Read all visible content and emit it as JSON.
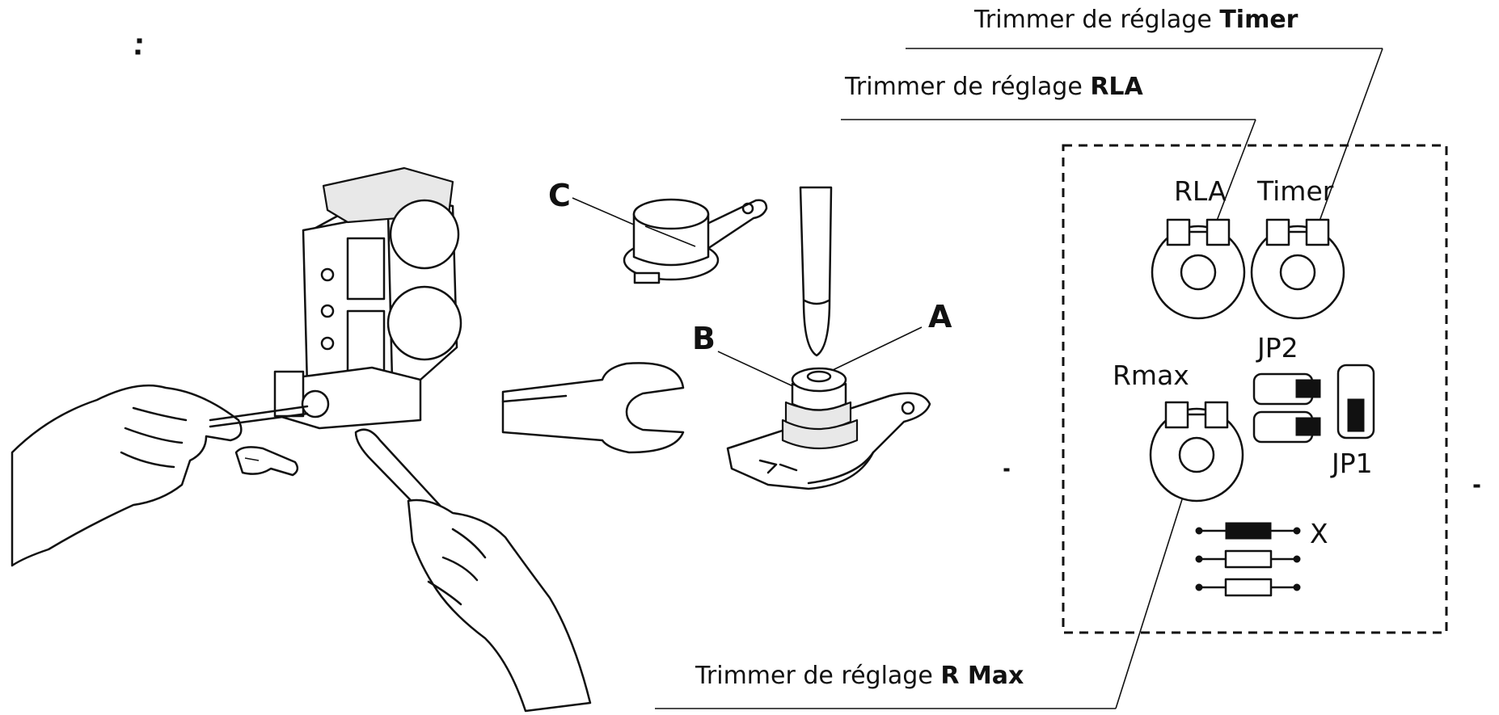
{
  "callouts": {
    "timer": {
      "prefix": "Trimmer de réglage ",
      "bold": "Timer"
    },
    "rla": {
      "prefix": "Trimmer de réglage ",
      "bold": "RLA"
    },
    "rmax": {
      "prefix": "Trimmer de réglage ",
      "bold": "R Max"
    }
  },
  "part_letters": {
    "a": "A",
    "b": "B",
    "c": "C"
  },
  "board": {
    "rla": "RLA",
    "timer": "Timer",
    "rmax": "Rmax",
    "jp2": "JP2",
    "jp1": "JP1",
    "x": "X"
  }
}
